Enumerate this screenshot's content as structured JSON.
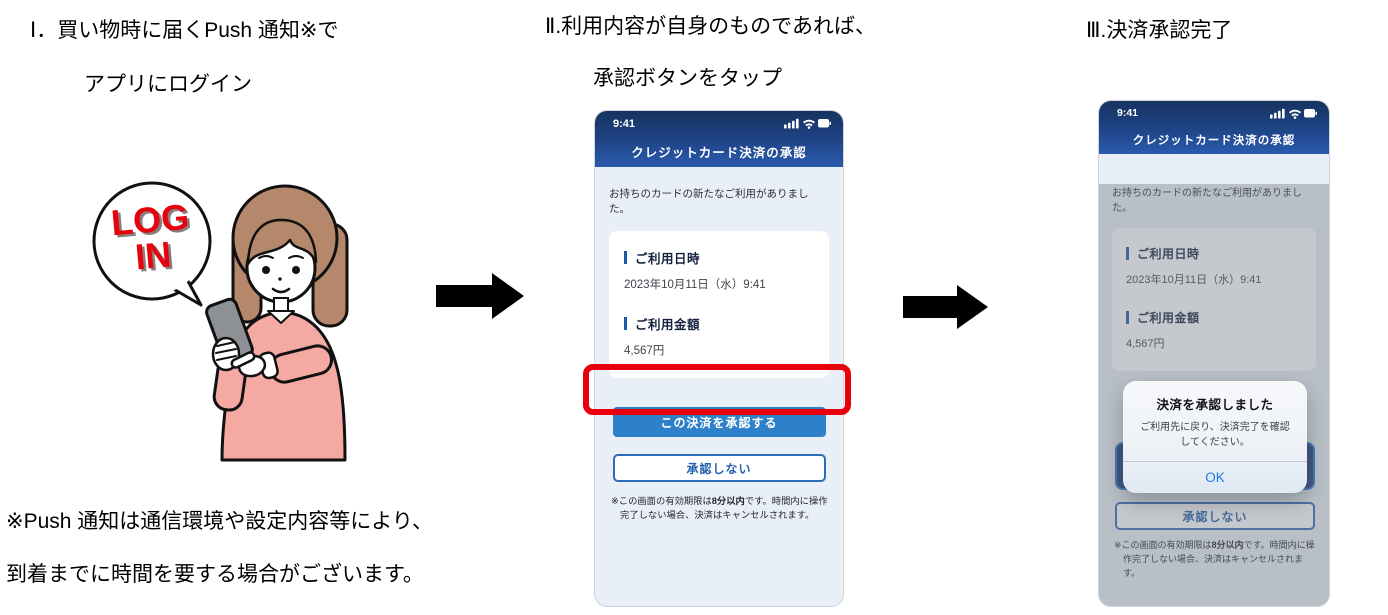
{
  "step1": {
    "line1": "Ⅰ．買い物時に届くPush 通知※で",
    "line2": "アプリにログイン"
  },
  "step2": {
    "line1": "Ⅱ.利用内容が自身のものであれば、",
    "line2": "承認ボタンをタップ"
  },
  "step3": {
    "title": "Ⅲ.決済承認完了"
  },
  "footnote": {
    "line1": "※Push 通知は通信環境や設定内容等により、",
    "line2": "到着までに時間を要する場合がございます。"
  },
  "illustration": {
    "bubble_word1": "LOG",
    "bubble_word2": "IN"
  },
  "phone": {
    "status_time": "9:41",
    "header_title": "クレジットカード決済の承認",
    "intro": "お持ちのカードの新たなご利用がありました。",
    "datetime_label": "ご利用日時",
    "datetime_value": "2023年10月11日（水）9:41",
    "amount_label": "ご利用金額",
    "amount_value": "4,567円",
    "approve_label": "この決済を承認する",
    "decline_label": "承認しない",
    "note_prefix": "※この画面の有効期限は",
    "note_bold": "8分以内",
    "note_suffix": "です。時間内に操作完了しない場合、決済はキャンセルされます。"
  },
  "dialog": {
    "title": "決済を承認しました",
    "message": "ご利用先に戻り、決済完了を確認してください。",
    "ok_label": "OK"
  },
  "colors": {
    "header_navy": "#17335f",
    "header_blue": "#2a5bae",
    "screen_bg": "#e9eff7",
    "approve_blue": "#2e81c9",
    "decline_border_blue": "#2b6cb8",
    "annotation_red": "#e8000d",
    "dialog_ok_blue": "#1879e0",
    "login_red": "#e8000d",
    "arrow_black": "#000000"
  }
}
